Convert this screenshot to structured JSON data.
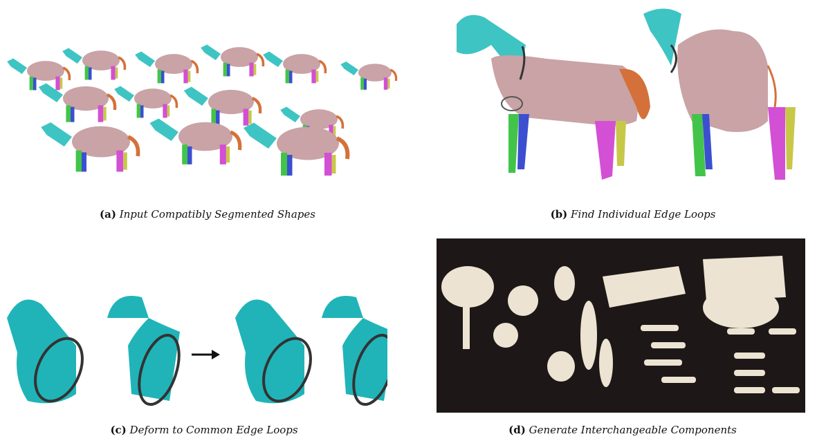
{
  "figure": {
    "panels": [
      {
        "id": "a",
        "tag": "(a)",
        "caption": "Input Compatibly Segmented Shapes"
      },
      {
        "id": "b",
        "tag": "(b)",
        "caption": "Find Individual Edge Loops"
      },
      {
        "id": "c",
        "tag": "(c)",
        "caption": "Deform to Common Edge Loops"
      },
      {
        "id": "d",
        "tag": "(d)",
        "caption": "Generate Interchangeable Components"
      }
    ],
    "colors": {
      "head": "#3fc4c4",
      "body": "#c9a3a6",
      "front_leg": "#42c44a",
      "back_leg": "#d34fd4",
      "far_leg": "#3c4fd0",
      "yellow_leg": "#c8c848",
      "tail": "#d4713a",
      "edge_loop": "#333333",
      "photo_bg": "#1d1817",
      "printed_part": "#ece3d3"
    }
  }
}
